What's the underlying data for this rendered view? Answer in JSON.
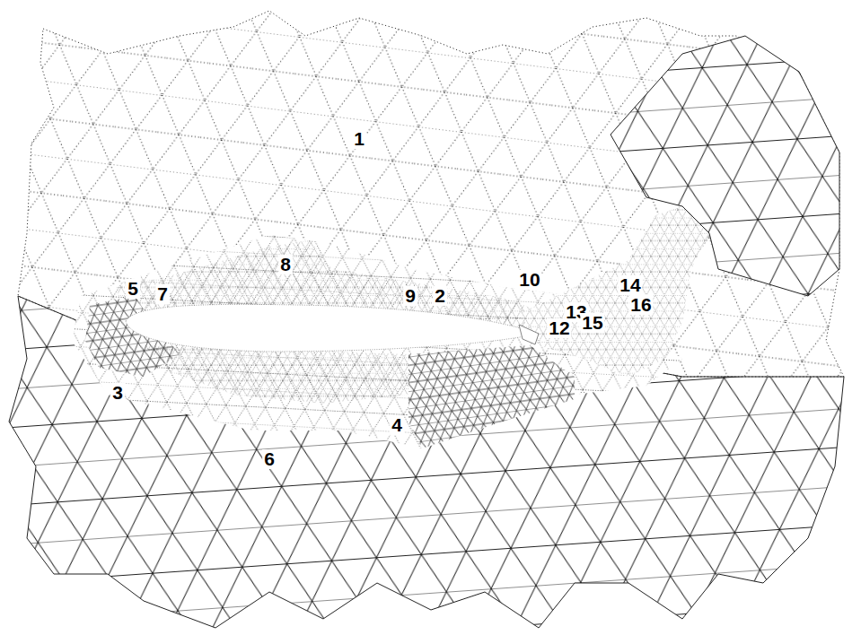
{
  "diagram": {
    "labels": [
      "1",
      "8",
      "5",
      "7",
      "9",
      "2",
      "10",
      "14",
      "16",
      "13",
      "12",
      "15",
      "3",
      "4",
      "6"
    ]
  }
}
